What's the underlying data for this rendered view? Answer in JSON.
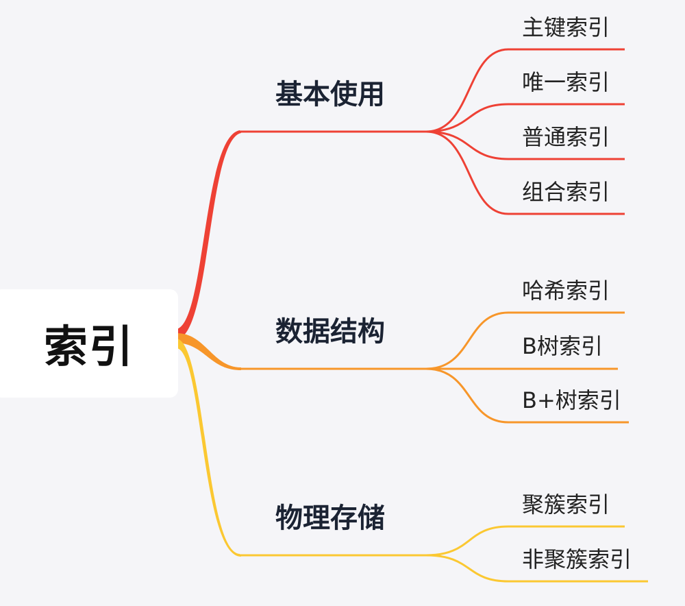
{
  "root": {
    "label": "索引"
  },
  "branches": [
    {
      "label": "基本使用",
      "color": "#ee4135",
      "leaves": [
        "主键索引",
        "唯一索引",
        "普通索引",
        "组合索引"
      ]
    },
    {
      "label": "数据结构",
      "color": "#f7962a",
      "leaves": [
        "哈希索引",
        "B树索引",
        "B+树索引"
      ]
    },
    {
      "label": "物理存储",
      "color": "#fbc832",
      "leaves": [
        "聚簇索引",
        "非聚簇索引"
      ]
    }
  ]
}
